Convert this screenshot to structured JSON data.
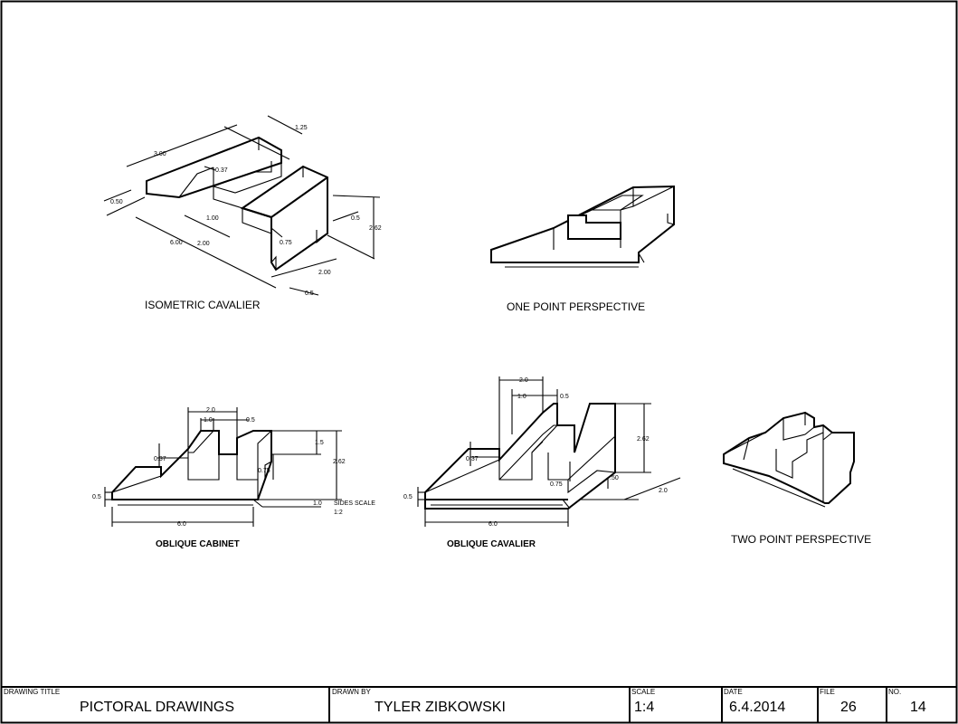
{
  "views": {
    "isometric": {
      "caption": "ISOMETRIC CAVALIER",
      "dims": [
        "1.25",
        "3.00",
        "0.37",
        "0.50",
        "1.00",
        "0.75",
        "6.00",
        "2.00",
        "0.5",
        "2.62",
        "2.00",
        "0.5"
      ]
    },
    "one_point": {
      "caption": "ONE POINT PERSPECTIVE"
    },
    "oblique_cabinet": {
      "caption": "OBLIQUE CABINET",
      "dims": [
        "2.0",
        "1.0",
        "0.5",
        "0.37",
        "1.5",
        "0.75",
        "2.62",
        "0.5",
        "1.0",
        "6.0"
      ],
      "note_line1": "SIDES SCALE",
      "note_line2": "1:2"
    },
    "oblique_cavalier": {
      "caption": "OBLIQUE CAVALIER",
      "dims": [
        "2.0",
        "1.0",
        "0.5",
        "0.37",
        "2.62",
        "0.75",
        ".50",
        "0.5",
        "2.0",
        "6.0"
      ]
    },
    "two_point": {
      "caption": "TWO POINT PERSPECTIVE"
    }
  },
  "title_block": {
    "drawing_title_label": "DRAWING TITLE",
    "drawing_title": "PICTORAL DRAWINGS",
    "drawn_by_label": "DRAWN BY",
    "drawn_by": "TYLER ZIBKOWSKI",
    "scale_label": "SCALE",
    "scale": "1:4",
    "date_label": "DATE",
    "date": "6.4.2014",
    "file_label": "FILE",
    "file": "26",
    "no_label": "NO.",
    "no": "14"
  }
}
